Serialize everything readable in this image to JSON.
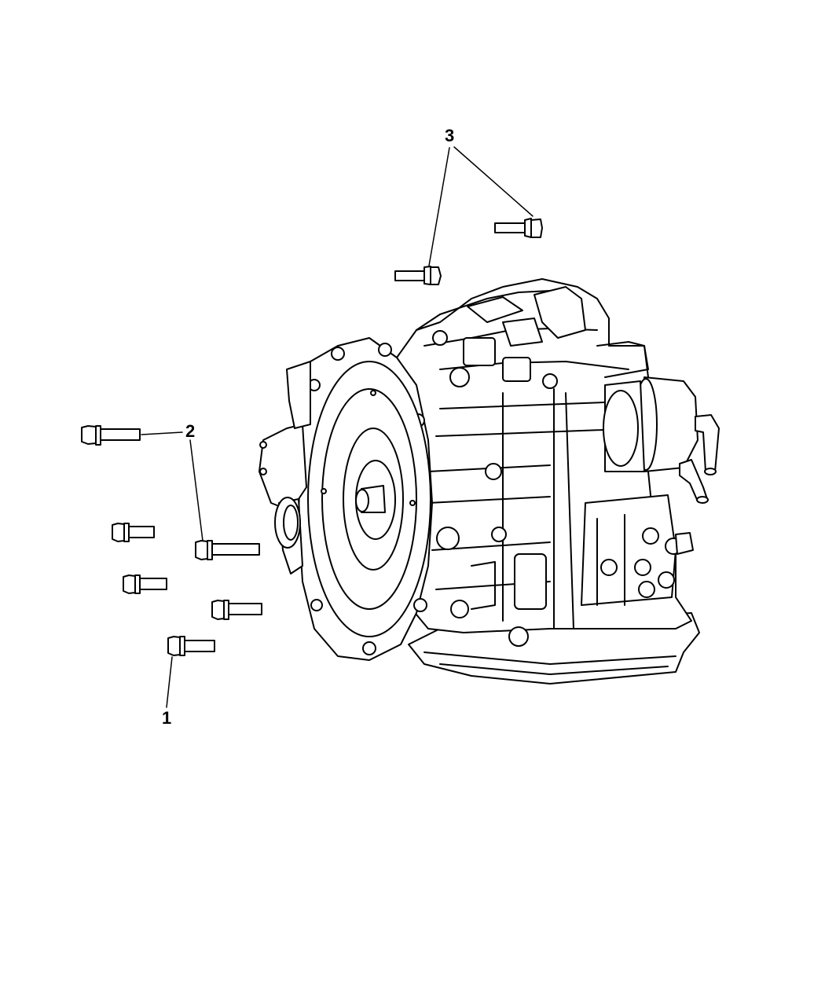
{
  "diagram": {
    "callouts": [
      {
        "id": "1",
        "label": "1",
        "part": "bolt"
      },
      {
        "id": "2",
        "label": "2",
        "part": "bolt"
      },
      {
        "id": "3",
        "label": "3",
        "part": "bolt"
      }
    ],
    "colors": {
      "line": "#000000",
      "fill": "#ffffff"
    }
  }
}
